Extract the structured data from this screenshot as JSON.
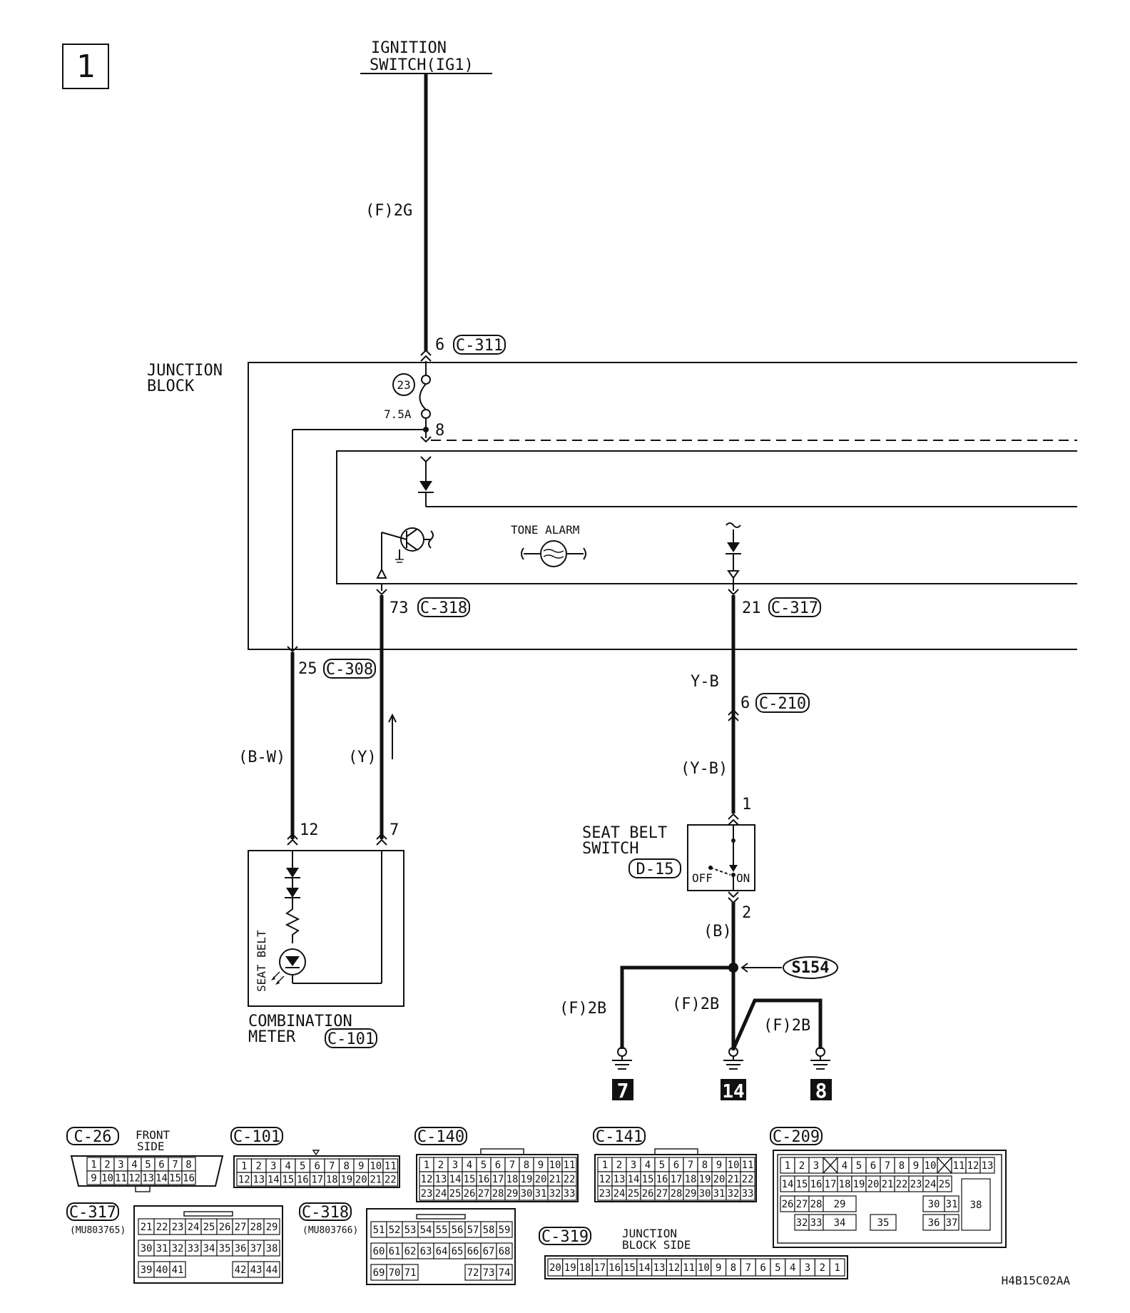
{
  "page_number": "1",
  "drawing_code": "H4B15C02AA",
  "ignition": {
    "line1": "IGNITION",
    "line2": "SWITCH(IG1)"
  },
  "wires": {
    "f2g": "(F)2G",
    "bw": "(B-W)",
    "y": "(Y)",
    "yb_top": "Y-B",
    "yb_paren": "(Y-B)",
    "b": "(B)",
    "f2b_left": "(F)2B",
    "f2b_mid": "(F)2B",
    "f2b_right": "(F)2B"
  },
  "junction_block": {
    "line1": "JUNCTION",
    "line2": "BLOCK",
    "fuse_no": "23",
    "fuse_rating": "7.5A",
    "node": "8"
  },
  "tone_alarm": "TONE ALARM",
  "pins": {
    "c311": {
      "pin": "6",
      "connector": "C-311"
    },
    "c318": {
      "pin": "73",
      "connector": "C-318"
    },
    "c317": {
      "pin": "21",
      "connector": "C-317"
    },
    "c308": {
      "pin": "25",
      "connector": "C-308"
    },
    "c210": {
      "pin": "6",
      "connector": "C-210"
    },
    "meter_12": "12",
    "meter_7": "7",
    "sw_1": "1",
    "sw_2": "2"
  },
  "seat_belt_switch": {
    "line1": "SEAT BELT",
    "line2": "SWITCH",
    "connector": "D-15",
    "off": "OFF",
    "on": "ON"
  },
  "combination_meter": {
    "line1": "COMBINATION",
    "line2": "METER",
    "connector": "C-101",
    "lamp": "SEAT BELT"
  },
  "splice": "S154",
  "grounds": [
    "7",
    "14",
    "8"
  ],
  "connectors": {
    "c26": {
      "name": "C-26",
      "side_line1": "FRONT",
      "side_line2": "SIDE",
      "row1": [
        "1",
        "2",
        "3",
        "4",
        "5",
        "6",
        "7",
        "8"
      ],
      "row2": [
        "9",
        "10",
        "11",
        "12",
        "13",
        "14",
        "15",
        "16"
      ]
    },
    "c101": {
      "name": "C-101",
      "row1": [
        "1",
        "2",
        "3",
        "4",
        "5",
        "6",
        "7",
        "8",
        "9",
        "10",
        "11"
      ],
      "row2": [
        "12",
        "13",
        "14",
        "15",
        "16",
        "17",
        "18",
        "19",
        "20",
        "21",
        "22"
      ]
    },
    "c140": {
      "name": "C-140",
      "row1": [
        "1",
        "2",
        "3",
        "4",
        "5",
        "6",
        "7",
        "8",
        "9",
        "10",
        "11"
      ],
      "row2": [
        "12",
        "13",
        "14",
        "15",
        "16",
        "17",
        "18",
        "19",
        "20",
        "21",
        "22"
      ],
      "row3": [
        "23",
        "24",
        "25",
        "26",
        "27",
        "28",
        "29",
        "30",
        "31",
        "32",
        "33"
      ]
    },
    "c141": {
      "name": "C-141",
      "row1": [
        "1",
        "2",
        "3",
        "4",
        "5",
        "6",
        "7",
        "8",
        "9",
        "10",
        "11"
      ],
      "row2": [
        "12",
        "13",
        "14",
        "15",
        "16",
        "17",
        "18",
        "19",
        "20",
        "21",
        "22"
      ],
      "row3": [
        "23",
        "24",
        "25",
        "26",
        "27",
        "28",
        "29",
        "30",
        "31",
        "32",
        "33"
      ]
    },
    "c209": {
      "name": "C-209",
      "pins": [
        "1",
        "2",
        "3",
        "4",
        "5",
        "6",
        "7",
        "8",
        "9",
        "10",
        "11",
        "12",
        "13",
        "14",
        "15",
        "16",
        "17",
        "18",
        "19",
        "20",
        "21",
        "22",
        "23",
        "24",
        "25",
        "26",
        "27",
        "28",
        "29",
        "30",
        "31",
        "32",
        "33",
        "34",
        "35",
        "36",
        "37",
        "38"
      ]
    },
    "c317": {
      "name": "C-317",
      "part": "(MU803765)",
      "row1": [
        "21",
        "22",
        "23",
        "24",
        "25",
        "26",
        "27",
        "28",
        "29"
      ],
      "row2": [
        "30",
        "31",
        "32",
        "33",
        "34",
        "35",
        "36",
        "37",
        "38"
      ],
      "row3": [
        "39",
        "40",
        "41",
        "42",
        "43",
        "44"
      ]
    },
    "c318": {
      "name": "C-318",
      "part": "(MU803766)",
      "row1": [
        "51",
        "52",
        "53",
        "54",
        "55",
        "56",
        "57",
        "58",
        "59"
      ],
      "row2": [
        "60",
        "61",
        "62",
        "63",
        "64",
        "65",
        "66",
        "67",
        "68"
      ],
      "row3": [
        "69",
        "70",
        "71",
        "72",
        "73",
        "74"
      ]
    },
    "c319": {
      "name": "C-319",
      "side_line1": "JUNCTION",
      "side_line2": "BLOCK SIDE",
      "row": [
        "20",
        "19",
        "18",
        "17",
        "16",
        "15",
        "14",
        "13",
        "12",
        "11",
        "10",
        "9",
        "8",
        "7",
        "6",
        "5",
        "4",
        "3",
        "2",
        "1"
      ]
    }
  }
}
